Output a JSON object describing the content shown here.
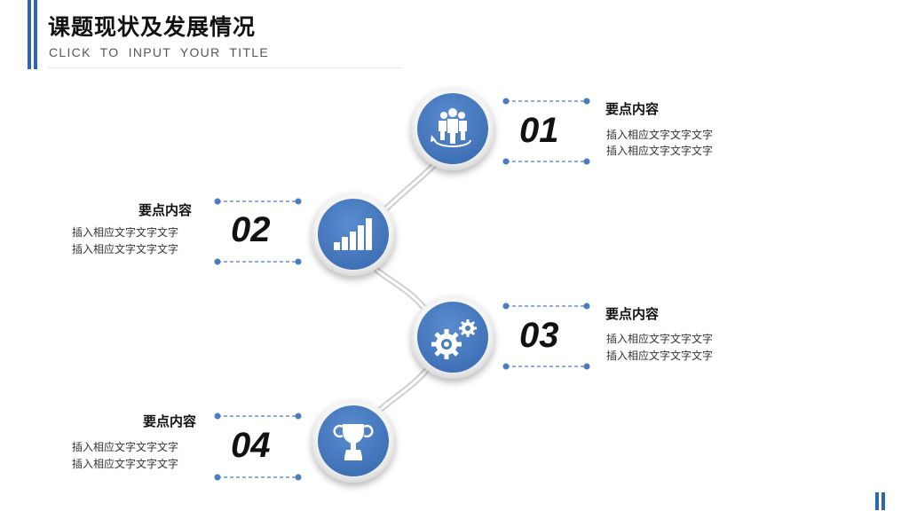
{
  "header": {
    "title": "课题现状及发展情况",
    "subtitle": "CLICK TO INPUT YOUR TITLE"
  },
  "colors": {
    "accent": "#2e66b1",
    "circle_fill": "#4a7cc0",
    "dash": "#4a7cc0"
  },
  "items": [
    {
      "number": "01",
      "heading": "要点内容",
      "lines": [
        "插入相应文字文字文字",
        "插入相应文字文字文字"
      ],
      "icon": "team-icon"
    },
    {
      "number": "02",
      "heading": "要点内容",
      "lines": [
        "插入相应文字文字文字",
        "插入相应文字文字文字"
      ],
      "icon": "bar-chart-icon"
    },
    {
      "number": "03",
      "heading": "要点内容",
      "lines": [
        "插入相应文字文字文字",
        "插入相应文字文字文字"
      ],
      "icon": "gears-icon"
    },
    {
      "number": "04",
      "heading": "要点内容",
      "lines": [
        "插入相应文字文字文字",
        "插入相应文字文字文字"
      ],
      "icon": "trophy-icon"
    }
  ]
}
